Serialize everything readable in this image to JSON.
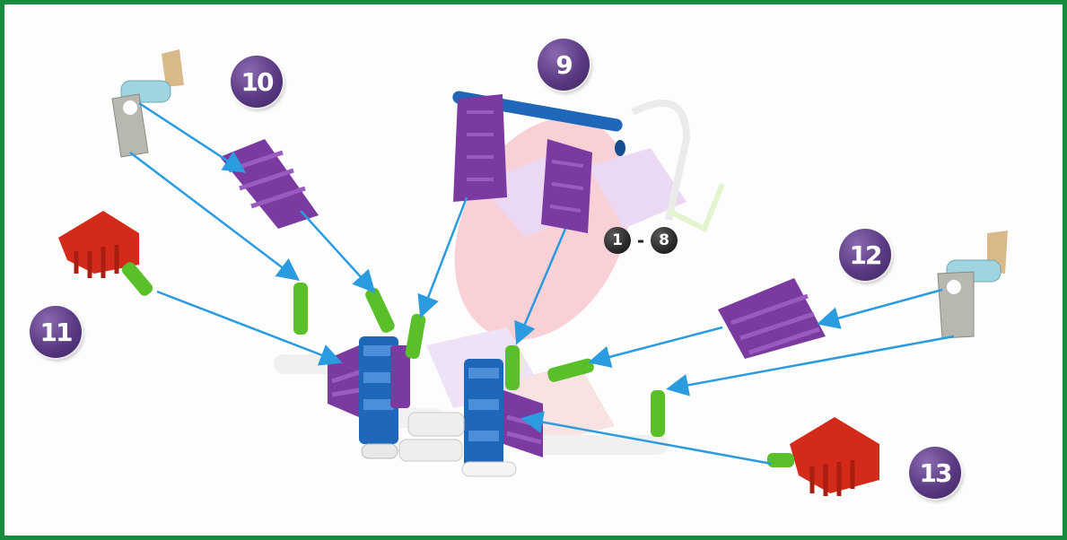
{
  "steps": {
    "s9": "9",
    "s10": "10",
    "s11": "11",
    "s12": "12",
    "s13": "13"
  },
  "range": {
    "from": "1",
    "sep": "-",
    "to": "8"
  },
  "colors": {
    "frame": "#1a8a3c",
    "badge": "#5a3a82",
    "arrow": "#2b9be0",
    "purple_part": "#7a3aa0",
    "blue_part": "#1f67b8",
    "green_part": "#59c02a",
    "red_part": "#d42a1a",
    "gray_part": "#b8b8b0",
    "tan_part": "#d9b98a"
  }
}
